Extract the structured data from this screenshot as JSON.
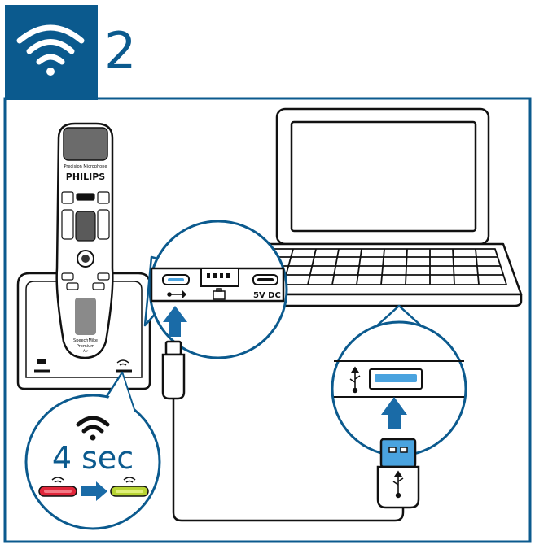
{
  "header": {
    "step_number": "2",
    "icon": "wifi-icon",
    "icon_bg_color": "#0b5a8e"
  },
  "device": {
    "brand": "PHILIPS",
    "mic_label": "Precision Microphone",
    "model_line1": "SpeechMike",
    "model_line2": "Premium",
    "model_line3": "Air"
  },
  "port_panel": {
    "usb_icon": "usb-icon",
    "dc_label": "5V DC"
  },
  "callout": {
    "duration": "4 sec",
    "from_color": "#e0263a",
    "to_color": "#b8d434",
    "icon": "wifi-icon"
  },
  "colors": {
    "accent_blue": "#0b5a8e",
    "arrow_blue": "#1a6ba7",
    "usb_blue": "#4aa3df"
  }
}
